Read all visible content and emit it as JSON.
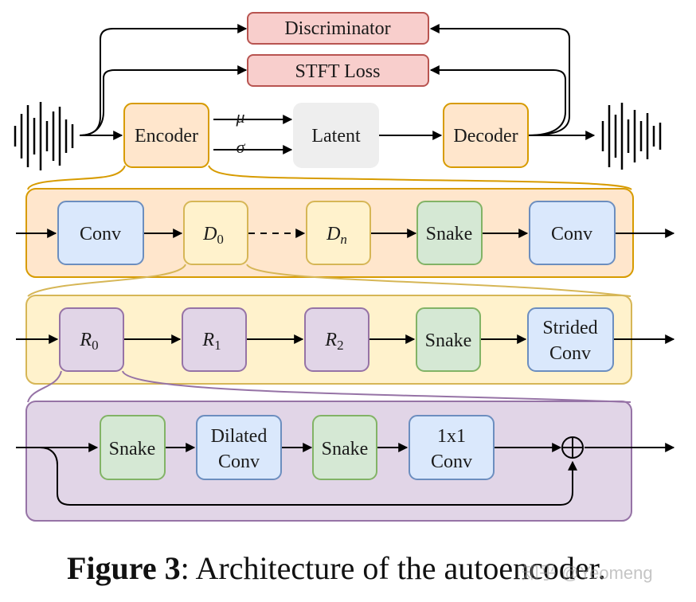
{
  "top": {
    "discriminator": "Discriminator",
    "stft_loss": "STFT Loss",
    "encoder": "Encoder",
    "latent": "Latent",
    "decoder": "Decoder",
    "mu": "μ",
    "sigma": "σ"
  },
  "row1": {
    "conv_in": "Conv",
    "d0_base": "D",
    "d0_sub": "0",
    "dn_base": "D",
    "dn_sub": "n",
    "snake": "Snake",
    "conv_out": "Conv"
  },
  "row2": {
    "r0_base": "R",
    "r0_sub": "0",
    "r1_base": "R",
    "r1_sub": "1",
    "r2_base": "R",
    "r2_sub": "2",
    "snake": "Snake",
    "strided_line1": "Strided",
    "strided_line2": "Conv"
  },
  "row3": {
    "snake1": "Snake",
    "dilated_line1": "Dilated",
    "dilated_line2": "Conv",
    "snake2": "Snake",
    "conv1x1_line1": "1x1",
    "conv1x1_line2": "Conv"
  },
  "caption": {
    "label": "Figure 3",
    "text": ": Architecture of the autoencoder."
  },
  "watermark": "知乎 @Yeomeng",
  "colors": {
    "red_fill": "#f8cecc",
    "red_stroke": "#b85450",
    "orange_fill": "#ffe6cc",
    "orange_stroke": "#d79b00",
    "yellow_fill": "#fff2cc",
    "yellow_stroke": "#d6b656",
    "purple_fill": "#e1d5e7",
    "purple_stroke": "#9673a6",
    "blue_fill": "#dae8fc",
    "blue_stroke": "#6c8ebf",
    "green_fill": "#d5e8d4",
    "green_stroke": "#82b366",
    "grey_fill": "#eeeeee"
  }
}
